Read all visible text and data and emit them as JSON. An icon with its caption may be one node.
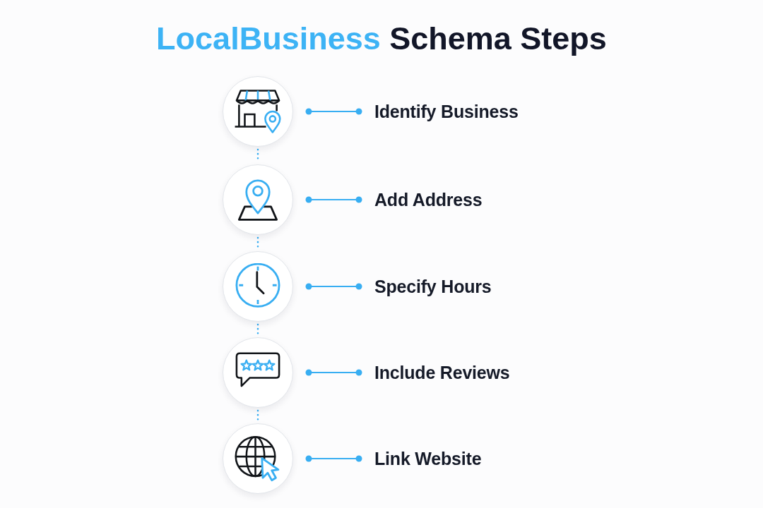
{
  "diagram": {
    "title": "LocalBusiness Schema Steps",
    "nodes": [
      {
        "text": [],
        "shape": "circle"
      },
      {
        "text": [
          "Identify Business"
        ]
      },
      {
        "text": [],
        "shape": "circle"
      },
      {
        "text": [
          "Add Address"
        ]
      },
      {
        "text": [],
        "shape": "circle"
      },
      {
        "text": [
          "Specify Hours"
        ]
      },
      {
        "text": [],
        "shape": "circle"
      },
      {
        "text": [
          "Include Reviews"
        ]
      },
      {
        "text": [],
        "shape": "circle"
      },
      {
        "text": [
          "Link Website"
        ]
      }
    ],
    "edges": [
      {
        "from": 0,
        "to": 1,
        "arrow": "other"
      },
      {
        "from": 2,
        "to": 3,
        "arrow": "other"
      },
      {
        "from": 4,
        "to": 5,
        "arrow": "other"
      },
      {
        "from": 6,
        "to": 7,
        "arrow": "other"
      },
      {
        "from": 8,
        "to": 9,
        "arrow": "other"
      },
      {
        "from": 0,
        "to": 2,
        "arrow": "none",
        "style": "dashed"
      },
      {
        "from": 2,
        "to": 4,
        "arrow": "none",
        "style": "dashed"
      },
      {
        "from": 4,
        "to": 6,
        "arrow": "none",
        "style": "dashed"
      },
      {
        "from": 6,
        "to": 8,
        "arrow": "none",
        "style": "dashed"
      }
    ]
  }
}
